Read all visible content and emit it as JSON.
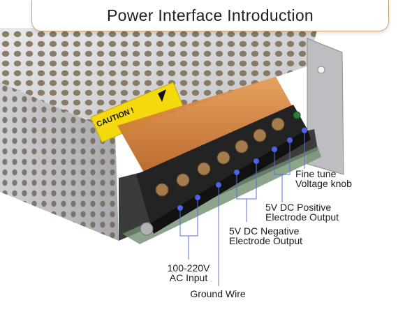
{
  "title": "Power Interface Introduction",
  "caution_label": "CAUTION !",
  "callouts": {
    "fine_tune": {
      "line1": "Fine tune",
      "line2": "Voltage knob"
    },
    "dc_positive": {
      "line1": "5V DC Positive",
      "line2": "Electrode Output"
    },
    "dc_negative": {
      "line1": "5V DC Negative",
      "line2": "Electrode Output"
    },
    "ac_input": {
      "line1": "100-220V",
      "line2": "AC Input"
    },
    "ground": {
      "line1": "Ground Wire"
    }
  },
  "colors": {
    "callout_dot": "#4a63e8",
    "callout_line": "#5a6fd8",
    "title_border": "#c9a27a",
    "caution_yellow": "#f4d90e",
    "cover_orange": "#d8782e",
    "terminal_block": "#232323"
  }
}
